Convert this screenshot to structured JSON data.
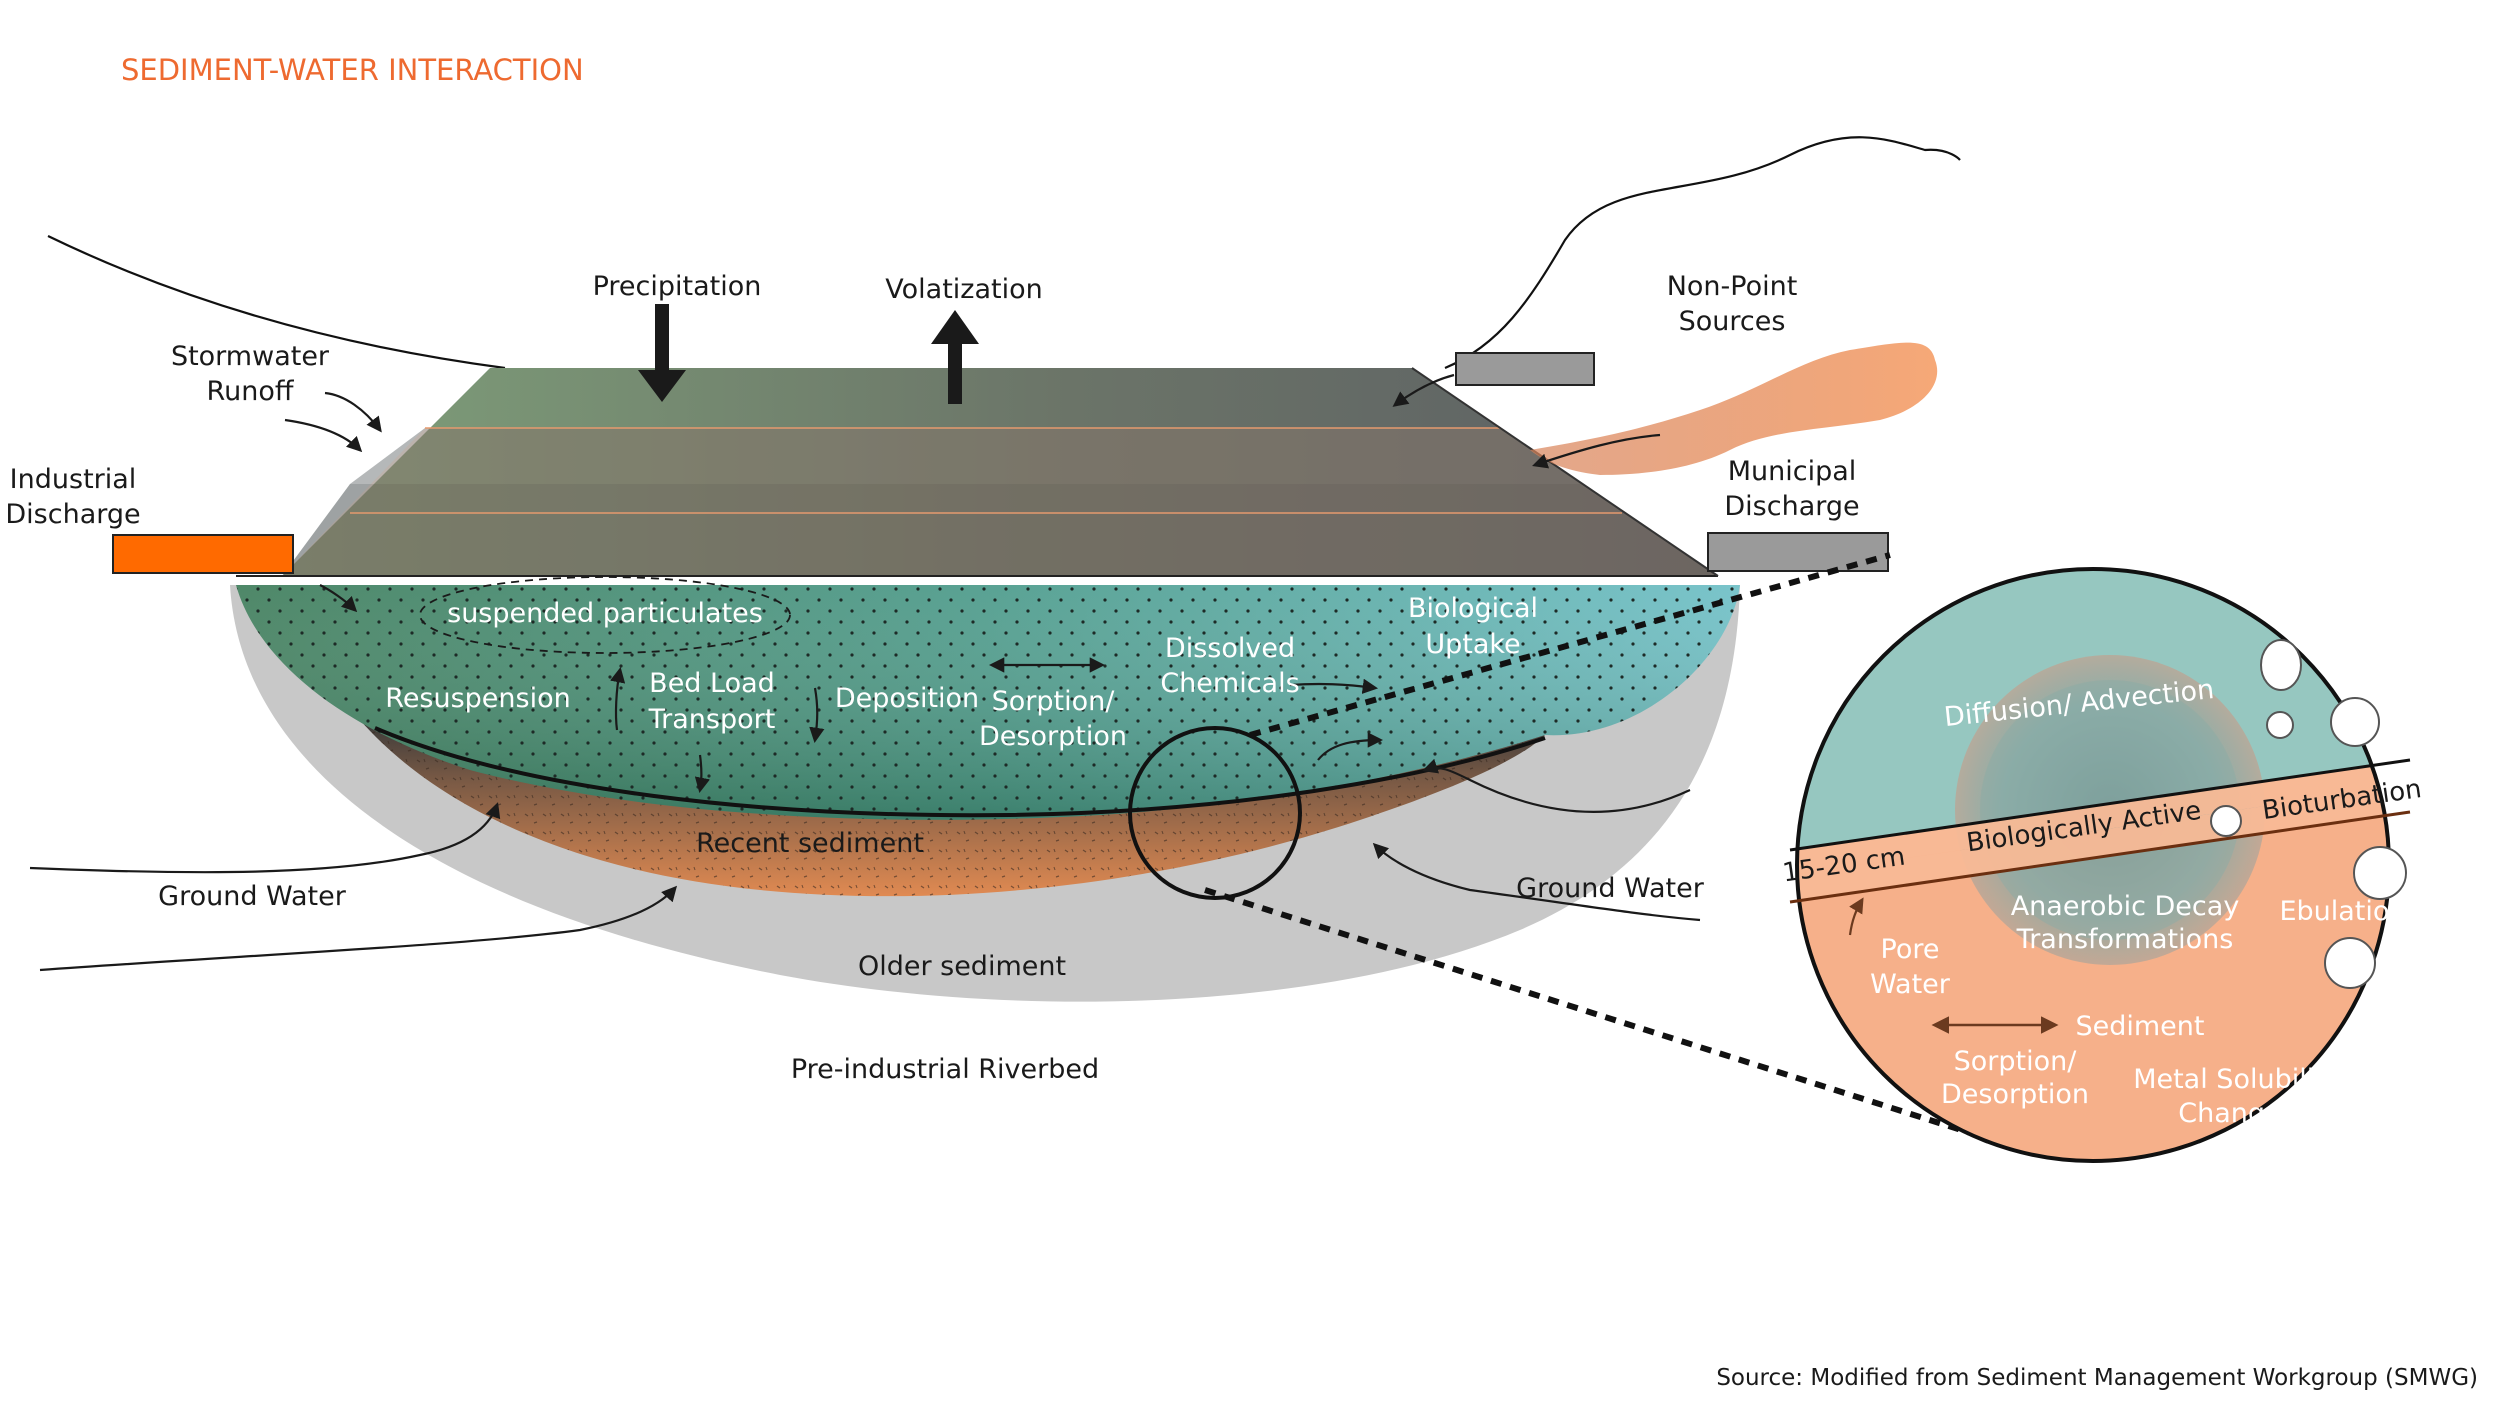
{
  "title": "SEDIMENT-WATER INTERACTION",
  "source": "Source: Modified from Sediment Management Workgroup (SMWG)",
  "colors": {
    "accent": "#ee6a30",
    "industrial_pipe": "#ff6a00",
    "grey_pipe": "#999999",
    "water": "#4e9a92",
    "sediment": "#c77a4b",
    "zoom_water": "#96c7c0",
    "zoom_sediment": "#f6b08a"
  },
  "labels": {
    "precipitation": "Precipitation",
    "volatization": "Volatization",
    "stormwater_1": "Stormwater",
    "stormwater_2": "Runoff",
    "industrial_1": "Industrial",
    "industrial_2": "Discharge",
    "nonpoint_1": "Non-Point",
    "nonpoint_2": "Sources",
    "municipal_1": "Municipal",
    "municipal_2": "Discharge",
    "suspended": "suspended particulates",
    "resuspension": "Resuspension",
    "bedload_1": "Bed Load",
    "bedload_2": "Transport",
    "deposition": "Deposition",
    "sorption_1": "Sorption/",
    "sorption_2": "Desorption",
    "dissolved_1": "Dissolved",
    "dissolved_2": "Chemicals",
    "bio_1": "Biological",
    "bio_2": "Uptake",
    "recent": "Recent sediment",
    "older": "Older sediment",
    "preindustrial": "Pre-industrial Riverbed",
    "groundwater_left": "Ground Water",
    "groundwater_right": "Ground Water"
  },
  "zoom": {
    "diffusion": "Diffusion/ Advection",
    "bioturbation": "Bioturbation",
    "bio_active": "Biologically Active",
    "depth": "15-20 cm",
    "anaerobic_1": "Anaerobic Decay",
    "anaerobic_2": "Transformations",
    "ebulation": "Ebulation",
    "pore_1": "Pore",
    "pore_2": "Water",
    "sediment": "Sediment",
    "sorption_1": "Sorption/",
    "sorption_2": "Desorption",
    "metal_1": "Metal Solubility",
    "metal_2": "Changes"
  }
}
